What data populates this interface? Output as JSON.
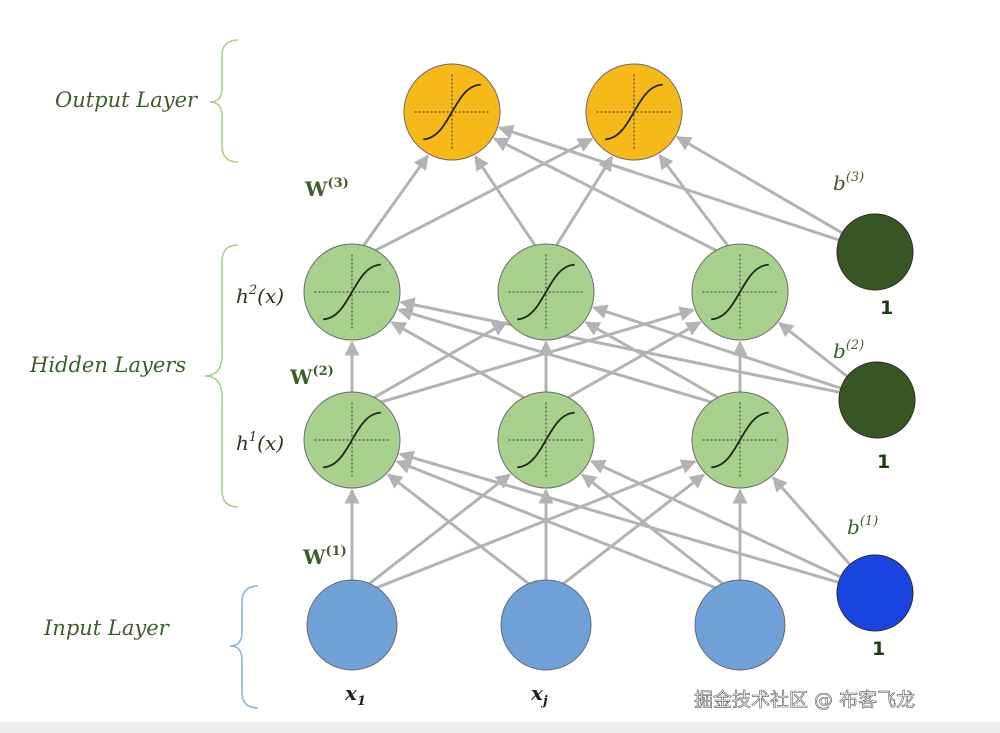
{
  "layers": {
    "output": "Output Layer",
    "hidden": "Hidden Layers",
    "input": "Input Layer"
  },
  "weights": {
    "w1": "W",
    "w1_sup": "(1)",
    "w2": "W",
    "w2_sup": "(2)",
    "w3": "W",
    "w3_sup": "(3)"
  },
  "biases": {
    "b1": "b",
    "b1_sup": "(1)",
    "b2": "b",
    "b2_sup": "(2)",
    "b3": "b",
    "b3_sup": "(3)",
    "one": "1"
  },
  "hidden_labels": {
    "h1_base": "h",
    "h1_sup": "1",
    "h1_arg": "(x)",
    "h2_base": "h",
    "h2_sup": "2",
    "h2_arg": "(x)"
  },
  "inputs": {
    "x1_base": "x",
    "x1_sub": "1",
    "xj_base": "x",
    "xj_sub": "j"
  },
  "watermark": "掘金技术社区 @ 布客飞龙",
  "colors": {
    "output_node": "#f7b91a",
    "hidden_node": "#a9d18e",
    "input_node": "#6fa0d8",
    "bias_dark": "#375623",
    "bias_blue": "#1a44e0",
    "arrow": "#b3b3b3",
    "brace_green": "#a9d18e",
    "brace_blue": "#8eb4e3"
  }
}
